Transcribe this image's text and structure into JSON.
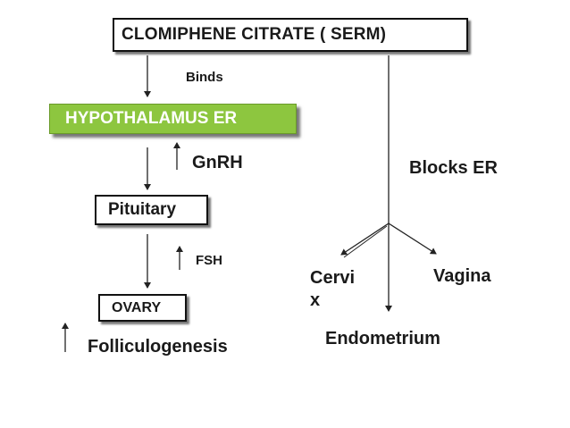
{
  "boxes": {
    "top": "CLOMIPHENE CITRATE ( SERM)",
    "hypothalamus": "HYPOTHALAMUS ER",
    "pituitary": "Pituitary",
    "ovary": "OVARY"
  },
  "labels": {
    "binds": "Binds",
    "gnrh": "GnRH",
    "fsh": "FSH",
    "folliculogenesis": "Folliculogenesis",
    "blocks": "Blocks ER",
    "cervix_line1": "Cervi",
    "cervix_line2": "x",
    "vagina": "Vagina",
    "endometrium": "Endometrium"
  },
  "colors": {
    "hypothalamus_fill": "#8dc63f",
    "hypothalamus_text": "#ffffff",
    "text": "#1a1a1a"
  }
}
